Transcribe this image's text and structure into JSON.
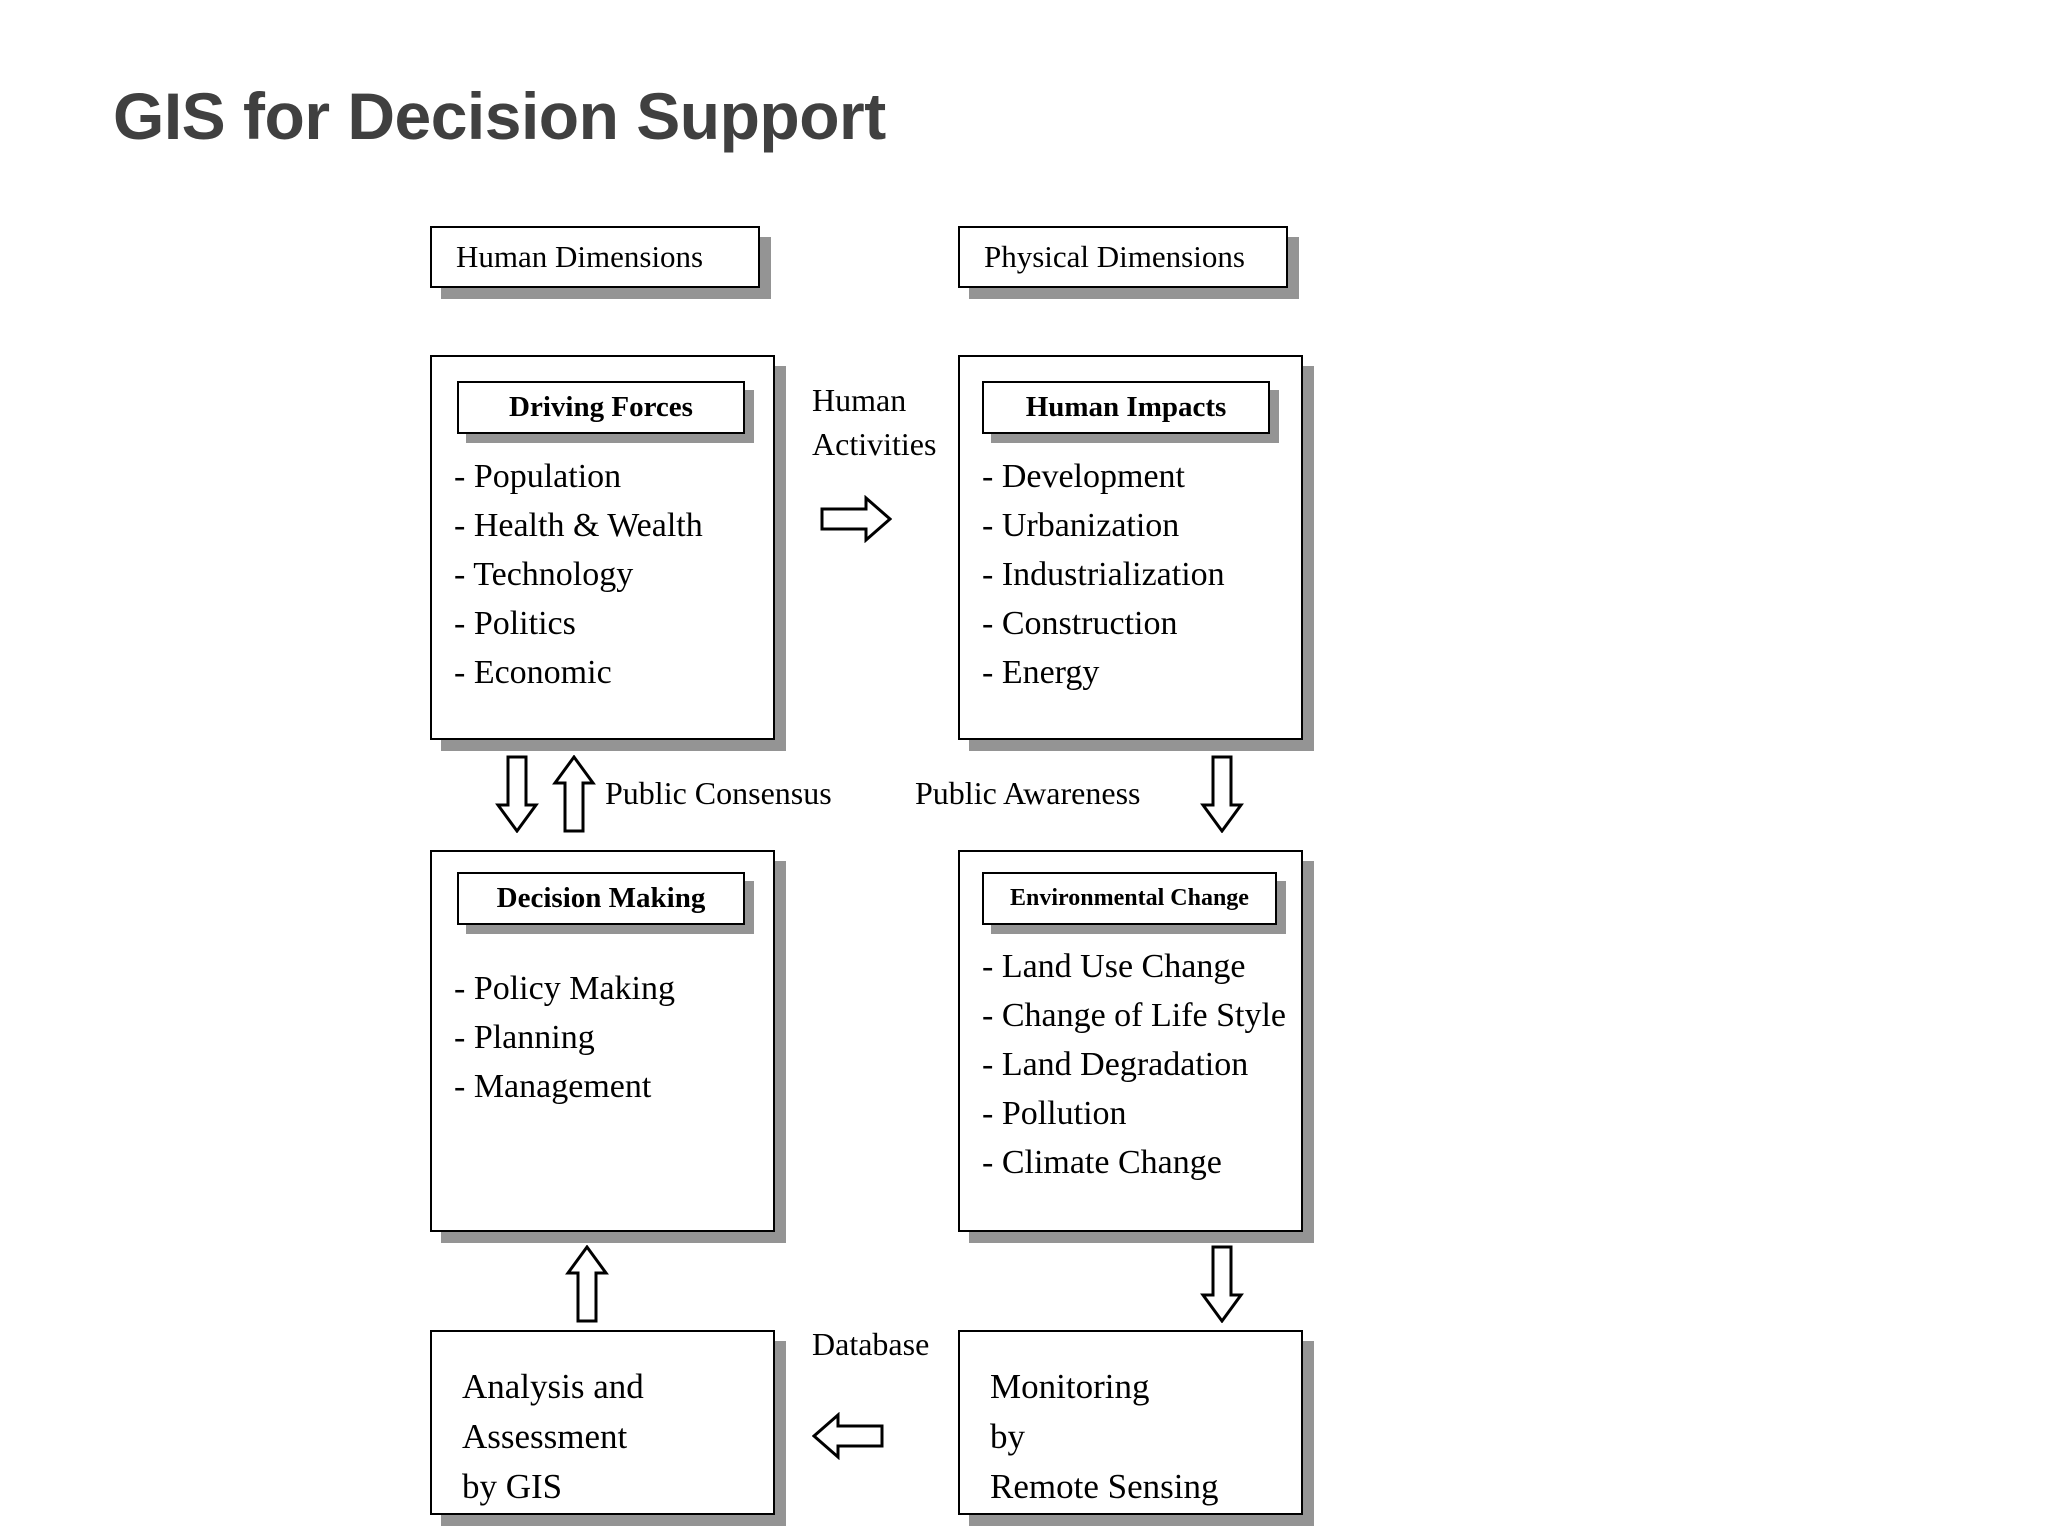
{
  "title": "GIS for Decision Support",
  "headers": {
    "human": "Human Dimensions",
    "physical": "Physical Dimensions"
  },
  "boxes": {
    "driving_forces": {
      "title": "Driving Forces",
      "items": [
        "- Population",
        "- Health & Wealth",
        "- Technology",
        "- Politics",
        "- Economic"
      ]
    },
    "human_impacts": {
      "title": "Human Impacts",
      "items": [
        "- Development",
        "- Urbanization",
        "- Industrialization",
        "- Construction",
        "- Energy"
      ]
    },
    "decision_making": {
      "title": "Decision Making",
      "items": [
        "- Policy Making",
        "- Planning",
        "- Management"
      ]
    },
    "environmental_change": {
      "title": "Environmental Change",
      "items": [
        "- Land Use Change",
        "- Change of Life Style",
        "- Land Degradation",
        "- Pollution",
        "- Climate Change"
      ]
    },
    "analysis": {
      "line1": "Analysis and",
      "line2": "Assessment",
      "line3": "by GIS"
    },
    "monitoring": {
      "line1": "Monitoring",
      "line2": "by",
      "line3": "Remote Sensing"
    }
  },
  "connectors": {
    "human_activities_line1": "Human",
    "human_activities_line2": "Activities",
    "public_consensus": "Public Consensus",
    "public_awareness": "Public Awareness",
    "database": "Database"
  },
  "colors": {
    "title_text": "#404040",
    "shadow": "#949494",
    "outline": "#000000",
    "background": "#ffffff"
  }
}
